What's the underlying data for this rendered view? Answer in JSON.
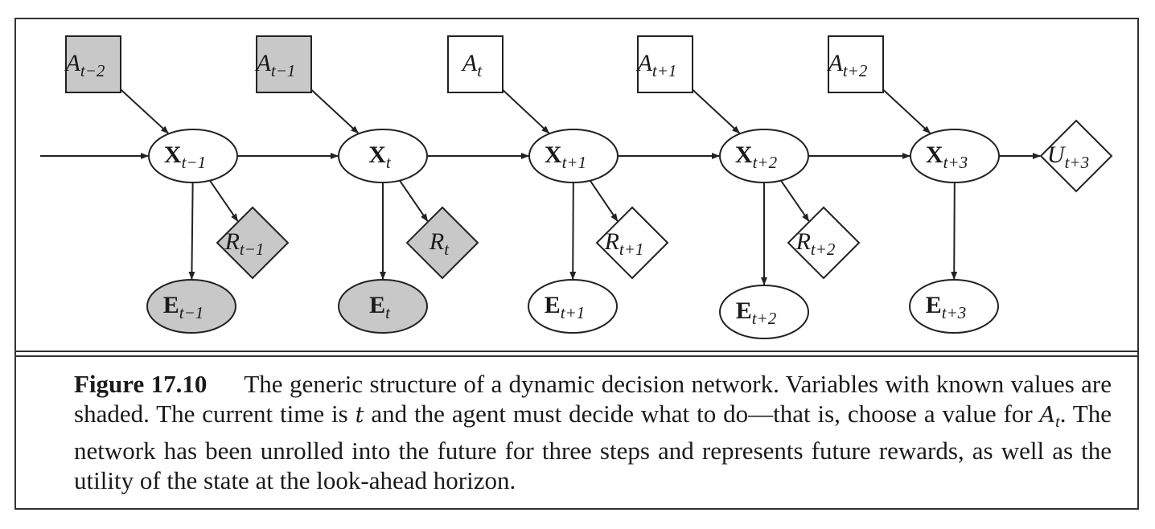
{
  "diagram": {
    "nodes": [
      {
        "id": "A_tm2",
        "kind": "decision",
        "main": "A",
        "sub": "t−2",
        "shaded": true
      },
      {
        "id": "A_tm1",
        "kind": "decision",
        "main": "A",
        "sub": "t−1",
        "shaded": true
      },
      {
        "id": "A_t",
        "kind": "decision",
        "main": "A",
        "sub": "t",
        "shaded": false
      },
      {
        "id": "A_tp1",
        "kind": "decision",
        "main": "A",
        "sub": "t+1",
        "shaded": false
      },
      {
        "id": "A_tp2",
        "kind": "decision",
        "main": "A",
        "sub": "t+2",
        "shaded": false
      },
      {
        "id": "X_tm1",
        "kind": "state",
        "main": "X",
        "sub": "t−1",
        "shaded": false
      },
      {
        "id": "X_t",
        "kind": "state",
        "main": "X",
        "sub": "t",
        "shaded": false
      },
      {
        "id": "X_tp1",
        "kind": "state",
        "main": "X",
        "sub": "t+1",
        "shaded": false
      },
      {
        "id": "X_tp2",
        "kind": "state",
        "main": "X",
        "sub": "t+2",
        "shaded": false
      },
      {
        "id": "X_tp3",
        "kind": "state",
        "main": "X",
        "sub": "t+3",
        "shaded": false
      },
      {
        "id": "U_tp3",
        "kind": "utility",
        "main": "U",
        "sub": "t+3",
        "shaded": false
      },
      {
        "id": "R_tm1",
        "kind": "utility",
        "main": "R",
        "sub": "t−1",
        "shaded": true
      },
      {
        "id": "R_t",
        "kind": "utility",
        "main": "R",
        "sub": "t",
        "shaded": true
      },
      {
        "id": "R_tp1",
        "kind": "utility",
        "main": "R",
        "sub": "t+1",
        "shaded": false
      },
      {
        "id": "R_tp2",
        "kind": "utility",
        "main": "R",
        "sub": "t+2",
        "shaded": false
      },
      {
        "id": "E_tm1",
        "kind": "evidence",
        "main": "E",
        "sub": "t−1",
        "shaded": true
      },
      {
        "id": "E_t",
        "kind": "evidence",
        "main": "E",
        "sub": "t",
        "shaded": true
      },
      {
        "id": "E_tp1",
        "kind": "evidence",
        "main": "E",
        "sub": "t+1",
        "shaded": false
      },
      {
        "id": "E_tp2",
        "kind": "evidence",
        "main": "E",
        "sub": "t+2",
        "shaded": false
      },
      {
        "id": "E_tp3",
        "kind": "evidence",
        "main": "E",
        "sub": "t+3",
        "shaded": false
      }
    ],
    "edges": [
      {
        "from": null,
        "to": "X_tm1"
      },
      {
        "from": "A_tm2",
        "to": "X_tm1"
      },
      {
        "from": "A_tm1",
        "to": "X_t"
      },
      {
        "from": "A_t",
        "to": "X_tp1"
      },
      {
        "from": "A_tp1",
        "to": "X_tp2"
      },
      {
        "from": "A_tp2",
        "to": "X_tp3"
      },
      {
        "from": "X_tm1",
        "to": "X_t"
      },
      {
        "from": "X_t",
        "to": "X_tp1"
      },
      {
        "from": "X_tp1",
        "to": "X_tp2"
      },
      {
        "from": "X_tp2",
        "to": "X_tp3"
      },
      {
        "from": "X_tp3",
        "to": "U_tp3"
      },
      {
        "from": "X_tm1",
        "to": "E_tm1"
      },
      {
        "from": "X_t",
        "to": "E_t"
      },
      {
        "from": "X_tp1",
        "to": "E_tp1"
      },
      {
        "from": "X_tp2",
        "to": "E_tp2"
      },
      {
        "from": "X_tp3",
        "to": "E_tp3"
      },
      {
        "from": "X_tm1",
        "to": "R_tm1"
      },
      {
        "from": "X_t",
        "to": "R_t"
      },
      {
        "from": "X_tp1",
        "to": "R_tp1"
      },
      {
        "from": "X_tp2",
        "to": "R_tp2"
      }
    ],
    "colors": {
      "shaded": "#c8c8c8",
      "unshaded": "#ffffff",
      "stroke": "#222222"
    }
  },
  "caption": {
    "label": "Figure 17.10",
    "part1": "The generic structure of a dynamic decision network. Variables with known values are shaded. The current time is ",
    "var_t": "t",
    "part2": " and the agent must decide what to do—that is, choose a value for ",
    "var_A": "A",
    "var_A_sub": "t",
    "part3": ". The network has been unrolled into the future for three steps and represents future rewards, as well as the utility of the state at the look-ahead horizon."
  }
}
